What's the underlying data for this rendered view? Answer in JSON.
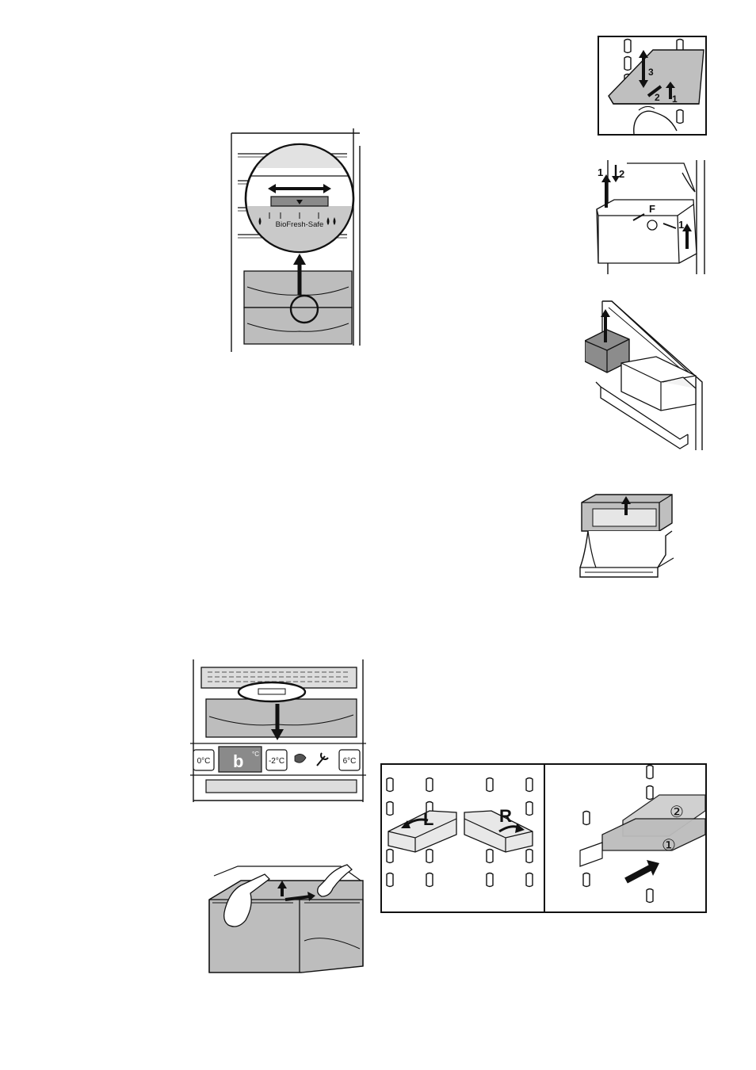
{
  "figures": {
    "shelf_removal": {
      "steps": [
        "3",
        "2",
        "1"
      ]
    },
    "door_rack": {
      "labels": [
        "1",
        "2",
        "F",
        "1"
      ]
    },
    "biofresh_selector": {
      "scale_label": "BioFresh-Safe"
    },
    "display": {
      "buttons": [
        "0°C",
        "-2°C",
        "6°C"
      ],
      "readout": "b",
      "readout_unit": "°C"
    },
    "shelf_brackets": {
      "left_label": "L",
      "right_label": "R",
      "step1": "①",
      "step2": "②"
    }
  }
}
